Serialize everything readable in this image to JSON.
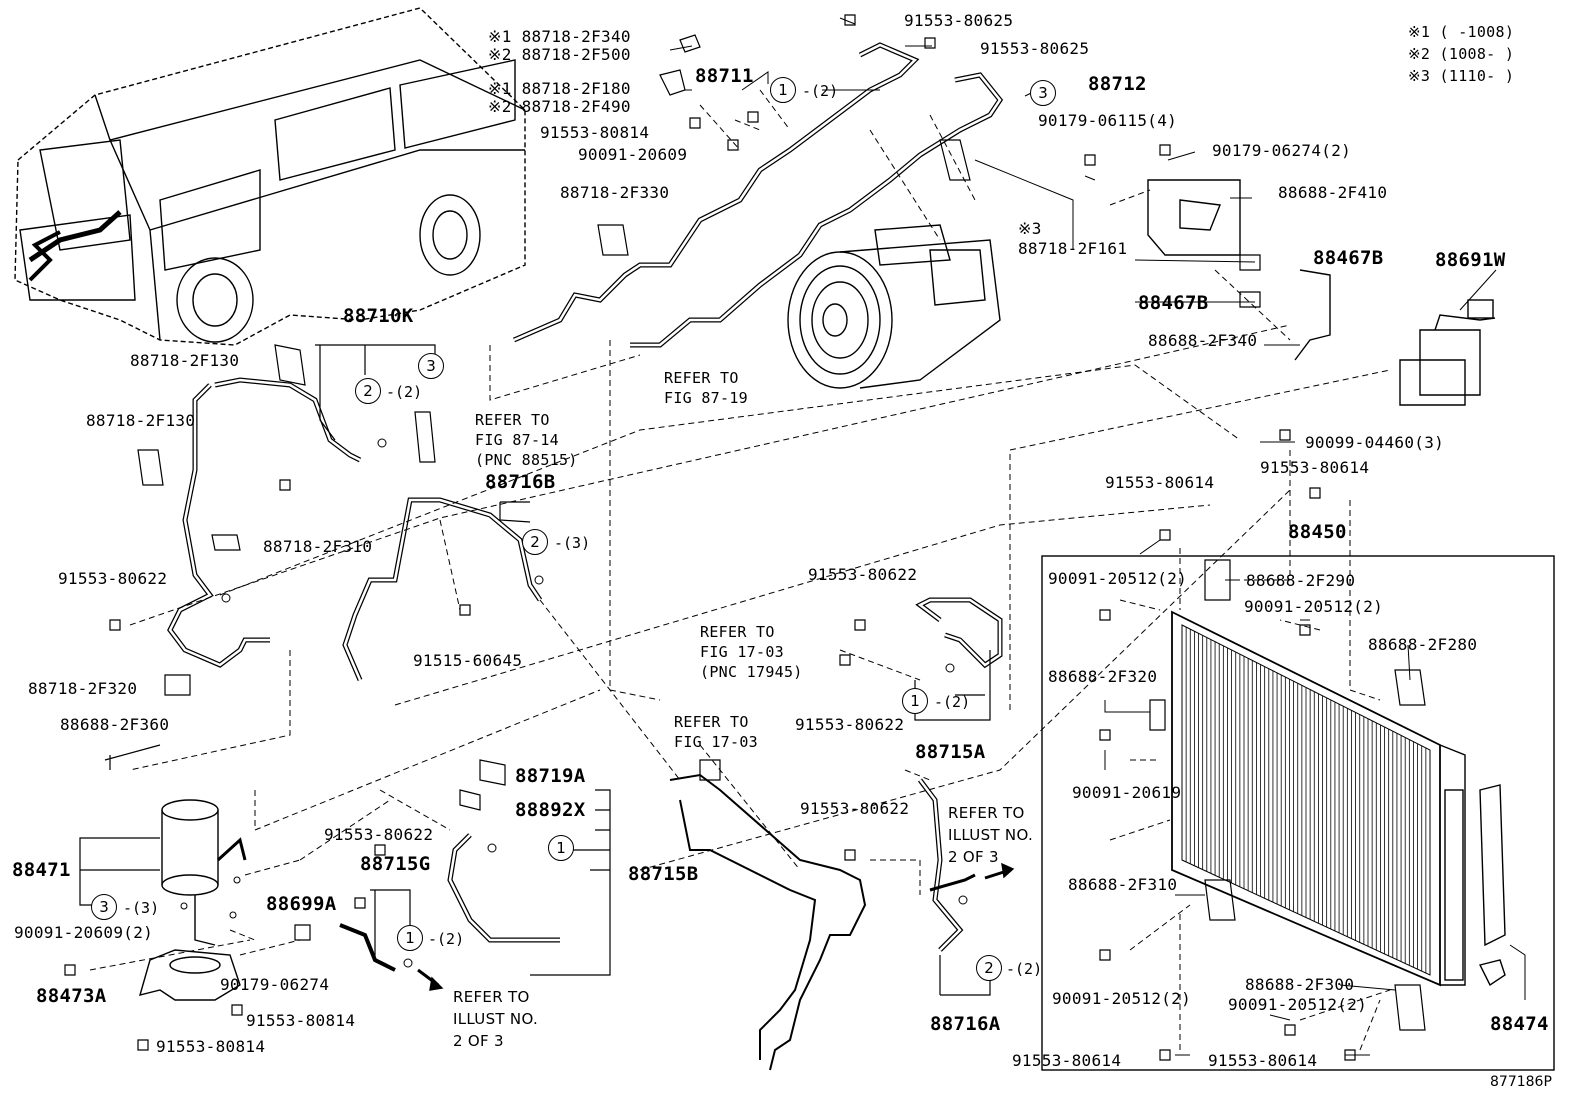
{
  "legend": {
    "n1": "※1 (    -1008)",
    "n2": "※2 (1008-    )",
    "n3": "※3 (1110-    )"
  },
  "parts": {
    "p1": "※1 88718-2F340",
    "p2": "※2 88718-2F500",
    "p3": "※1 88718-2F180",
    "p4": "※2 88718-2F490",
    "p5": "91553-80814",
    "p6": "90091-20609",
    "p7": "88711",
    "p8": "91553-80625",
    "p9": "91553-80625",
    "p10": "88712",
    "p11": "88718-2F330",
    "p12": "90179-06115(4)",
    "p13": "90179-06274(2)",
    "p14": "88688-2F410",
    "p15": "※3",
    "p16": "88718-2F161",
    "p17": "88467B",
    "p18": "88467B",
    "p19": "88691W",
    "p20": "88688-2F340",
    "p21": "88710K",
    "p22": "88718-2F130",
    "p23": "88718-2F130",
    "p24": "88716B",
    "p25": "88718-2F310",
    "p26": "91553-80622",
    "p27": "91515-60645",
    "p28": "88718-2F320",
    "p29": "88688-2F360",
    "p30": "90099-04460(3)",
    "p31": "91553-80614",
    "p32": "91553-80614",
    "p33": "88450",
    "p34": "91553-80622",
    "p35": "90091-20512(2)",
    "p36": "88688-2F290",
    "p37": "90091-20512(2)",
    "p38": "88688-2F280",
    "p39": "88688-2F320",
    "p40": "91553-80622",
    "p41": "88715A",
    "p42": "90091-20619",
    "p43": "88719A",
    "p44": "88892X",
    "p45": "88715B",
    "p46": "91553-80622",
    "p47": "88715G",
    "p48": "88699A",
    "p49": "88471",
    "p50": "90091-20609(2)",
    "p51": "90179-06274",
    "p52": "88473A",
    "p53": "91553-80814",
    "p54": "91553-80814",
    "p55": "91553-80622",
    "p56": "88688-2F310",
    "p57": "90091-20512(2)",
    "p58": "88688-2F300",
    "p59": "90091-20512(2)",
    "p60": "88474",
    "p61": "88716A",
    "p62": "91553-80614",
    "p63": "91553-80614"
  },
  "refs": {
    "r1": "REFER TO\nFIG 87-19",
    "r2": "REFER TO\nFIG 87-14\n(PNC 88515)",
    "r3": "REFER TO\nFIG 17-03\n(PNC 17945)",
    "r4": "REFER TO\nFIG 17-03",
    "r5": "REFER TO\nILLUST NO.\n2 OF 3",
    "r6": "REFER TO\nILLUST NO.\n2 OF 3"
  },
  "callouts": {
    "c1": "1",
    "c2": "3",
    "c3": "2",
    "c4": "3",
    "c5": "2",
    "c6": "1",
    "c7": "1",
    "c8": "3",
    "c9": "1",
    "c10": "2"
  },
  "qty": {
    "q1": "-(2)",
    "q2": "-(2)",
    "q3": "-(3)",
    "q4": "-(2)",
    "q5": "-(3)",
    "q6": "-(2)",
    "q7": "-(2)"
  },
  "figure_id": "877186P"
}
